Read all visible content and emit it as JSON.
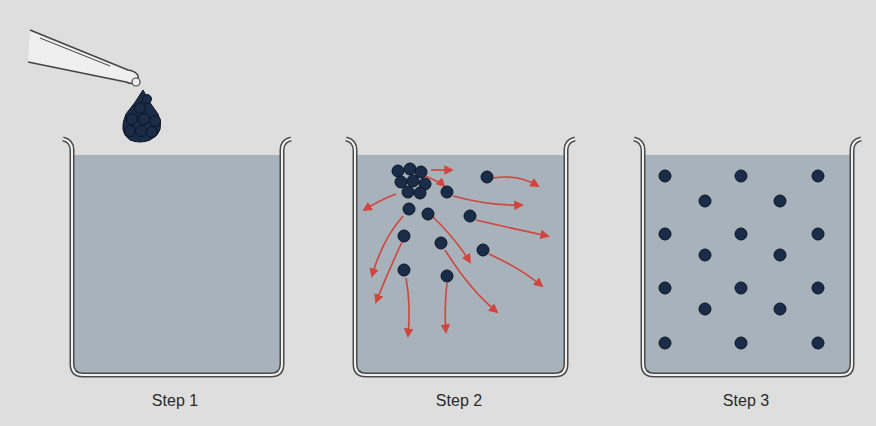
{
  "diagram": {
    "labels": [
      "Step 1",
      "Step 2",
      "Step 3"
    ]
  }
}
